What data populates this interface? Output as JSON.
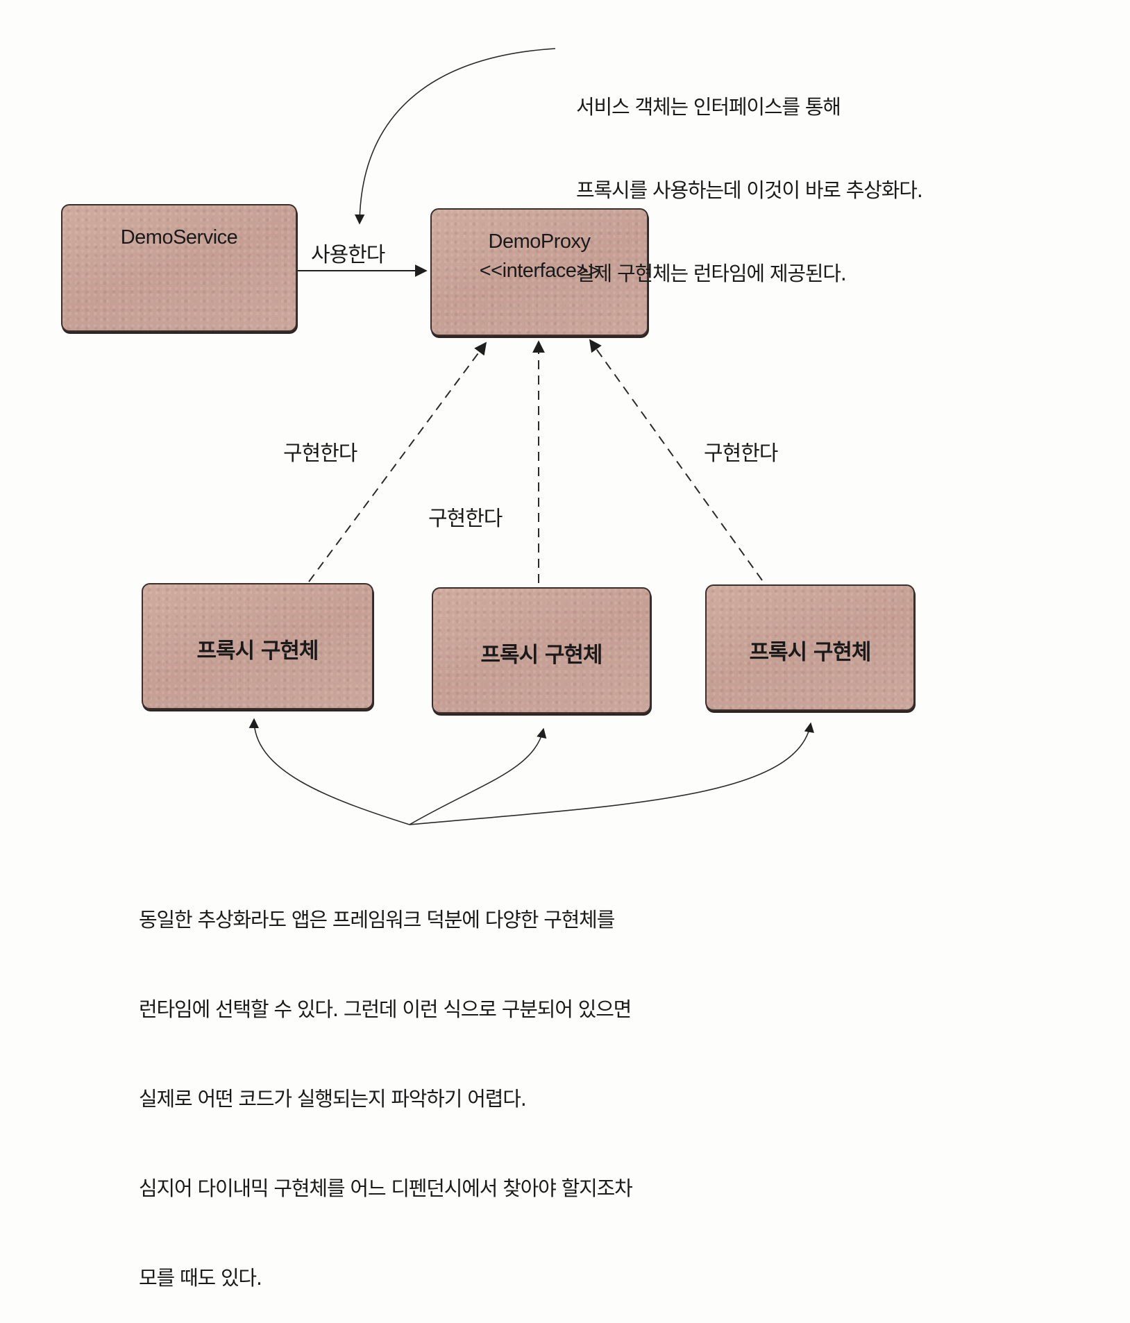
{
  "diagram": {
    "colors": {
      "box_fill": "#c9a49a",
      "box_border": "#3a2f2c",
      "line": "#2a2a2a"
    },
    "nodes": {
      "demo_service": {
        "label": "DemoService"
      },
      "demo_proxy": {
        "label": "DemoProxy",
        "stereotype": "<<interface>>"
      },
      "impl_1": {
        "label": "프록시 구현체"
      },
      "impl_2": {
        "label": "프록시 구현체"
      },
      "impl_3": {
        "label": "프록시 구현체"
      }
    },
    "edges": {
      "uses": {
        "label": "사용한다",
        "style": "solid-arrow"
      },
      "implements_1": {
        "label": "구현한다",
        "style": "dashed-arrow"
      },
      "implements_2": {
        "label": "구현한다",
        "style": "dashed-arrow"
      },
      "implements_3": {
        "label": "구현한다",
        "style": "dashed-arrow"
      }
    },
    "annotations": {
      "top": {
        "lines": [
          "서비스 객체는 인터페이스를 통해",
          "프록시를 사용하는데 이것이 바로 추상화다.",
          "실제 구현체는 런타임에 제공된다."
        ]
      },
      "bottom": {
        "lines": [
          "동일한 추상화라도 앱은 프레임워크 덕분에 다양한 구현체를",
          "런타임에 선택할 수 있다. 그런데 이런 식으로 구분되어 있으면",
          "실제로 어떤 코드가 실행되는지 파악하기 어렵다.",
          "심지어 다이내믹 구현체를 어느 디펜던시에서 찾아야 할지조차",
          "모를 때도 있다."
        ]
      }
    }
  }
}
